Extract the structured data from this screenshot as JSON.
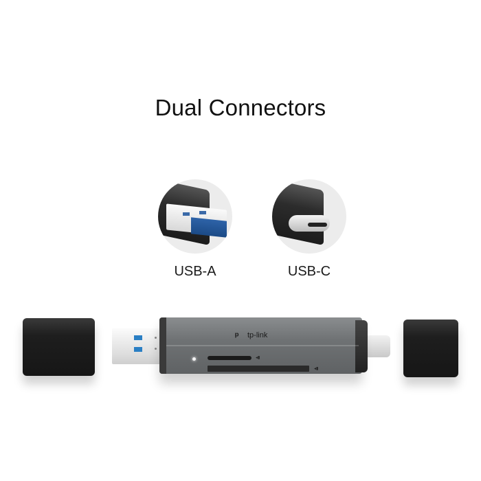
{
  "title": "Dual Connectors",
  "connectors": [
    {
      "label": "USB-A",
      "icon": "usb-a-connector-icon"
    },
    {
      "label": "USB-C",
      "icon": "usb-c-connector-icon"
    }
  ],
  "product": {
    "brand": "tp-link",
    "brand_mark": "ᵖ",
    "slot_marks": {
      "tf": "◂▮",
      "sd": "◂▮"
    }
  },
  "colors": {
    "background": "#ffffff",
    "title": "#111111",
    "circle_bg": "#ececec",
    "reader_body": "#6f7274",
    "cap": "#1e1e1e",
    "usb_blue": "#2a7fc4"
  }
}
